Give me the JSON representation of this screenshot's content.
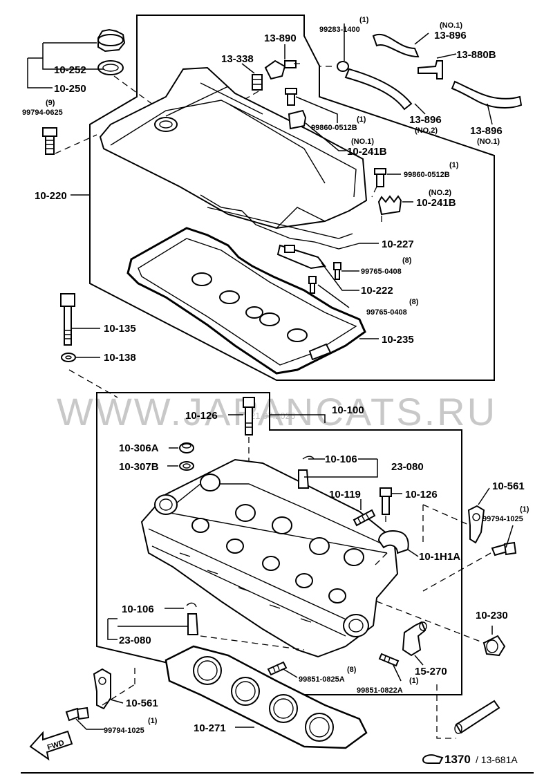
{
  "watermark": "WWW.JAPANCATS.RU",
  "date_stamp": "21.07.2026",
  "reference": {
    "main": "1370",
    "sub": "/ 13-681A"
  },
  "fwd": "FWD",
  "labels": {
    "l13_890": "13-890",
    "l13_338": "13-338",
    "l99283_1400": "99283-1400",
    "l99283_qty": "(1)",
    "l13_896_a": "13-896",
    "l13_896_a_no": "(NO.1)",
    "l13_880b": "13-880B",
    "l13_896_b": "13-896",
    "l13_896_b_no": "(NO.2)",
    "l13_896_c": "13-896",
    "l13_896_c_no": "(NO.1)",
    "l10_252": "10-252",
    "l10_250": "10-250",
    "l99794_0625": "99794-0625",
    "l99794_0625_qty": "(9)",
    "l99860_0512b_a": "99860-0512B",
    "l99860_a_qty": "(1)",
    "l10_241b_a": "10-241B",
    "l10_241b_a_no": "(NO.1)",
    "l10_220": "10-220",
    "l99860_0512b_b": "99860-0512B",
    "l99860_b_qty": "(1)",
    "l10_241b_b": "10-241B",
    "l10_241b_b_no": "(NO.2)",
    "l10_227": "10-227",
    "l99765_0408_a": "99765-0408",
    "l99765_a_qty": "(8)",
    "l10_222": "10-222",
    "l99765_0408_b": "99765-0408",
    "l99765_b_qty": "(8)",
    "l10_235": "10-235",
    "l10_135": "10-135",
    "l10_138": "10-138",
    "l10_126_a": "10-126",
    "l10_100": "10-100",
    "l10_306a": "10-306A",
    "l10_307b": "10-307B",
    "l10_106_a": "10-106",
    "l23_080_a": "23-080",
    "l10_119": "10-119",
    "l10_126_b": "10-126",
    "l10_561_a": "10-561",
    "l99794_1025_a": "99794-1025",
    "l99794_1025_a_qty": "(1)",
    "l10_1h1a": "10-1H1A",
    "l10_106_b": "10-106",
    "l23_080_b": "23-080",
    "l10_230": "10-230",
    "l99851_0825a": "99851-0825A",
    "l99851_0825a_qty": "(8)",
    "l99851_0822a": "99851-0822A",
    "l99851_0822a_qty": "(1)",
    "l15_270": "15-270",
    "l10_561_b": "10-561",
    "l99794_1025_b": "99794-1025",
    "l99794_1025_b_qty": "(1)",
    "l10_271": "10-271"
  }
}
